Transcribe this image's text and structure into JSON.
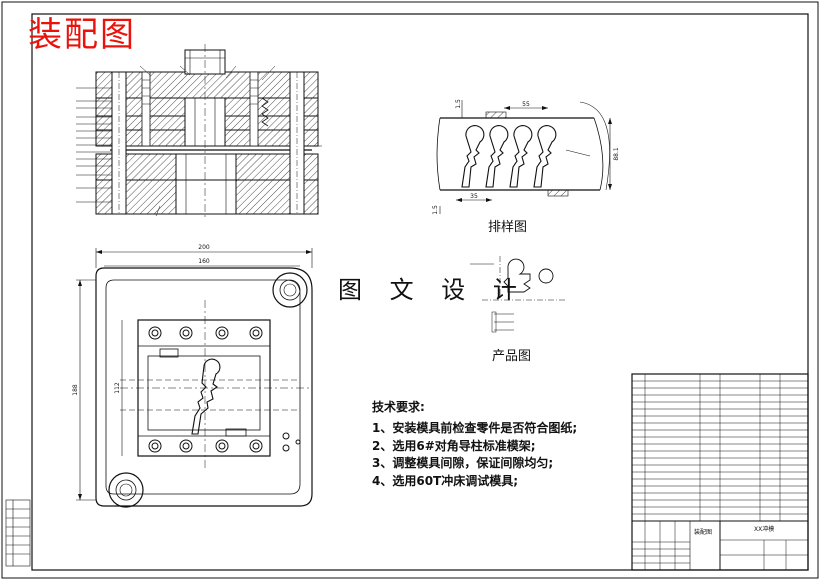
{
  "title": "装配图",
  "views": {
    "layout_label": "排样图",
    "product_label": "产品图",
    "watermark": "图 文 设 计"
  },
  "dimensions": {
    "plan_width_outer": "200",
    "plan_width_inner": "160",
    "plan_height": "188",
    "plan_height_inner": "112",
    "strip_top": "55",
    "strip_bottom": "35",
    "strip_left_top": "1.5",
    "strip_left_bottom": "1.5",
    "strip_height": "88.1"
  },
  "requirements": {
    "title": "技术要求:",
    "items": [
      "1、安装模具前检查零件是否符合图纸;",
      "2、选用6#对角导柱标准模架;",
      "3、调整模具间隙，保证间隙均匀;",
      "4、选用60T冲床调试模具;"
    ]
  },
  "title_block": {
    "drawing_name": "装配图",
    "part_name": "XX冲模"
  },
  "colors": {
    "title": "#e8140c",
    "line": "#111111"
  }
}
